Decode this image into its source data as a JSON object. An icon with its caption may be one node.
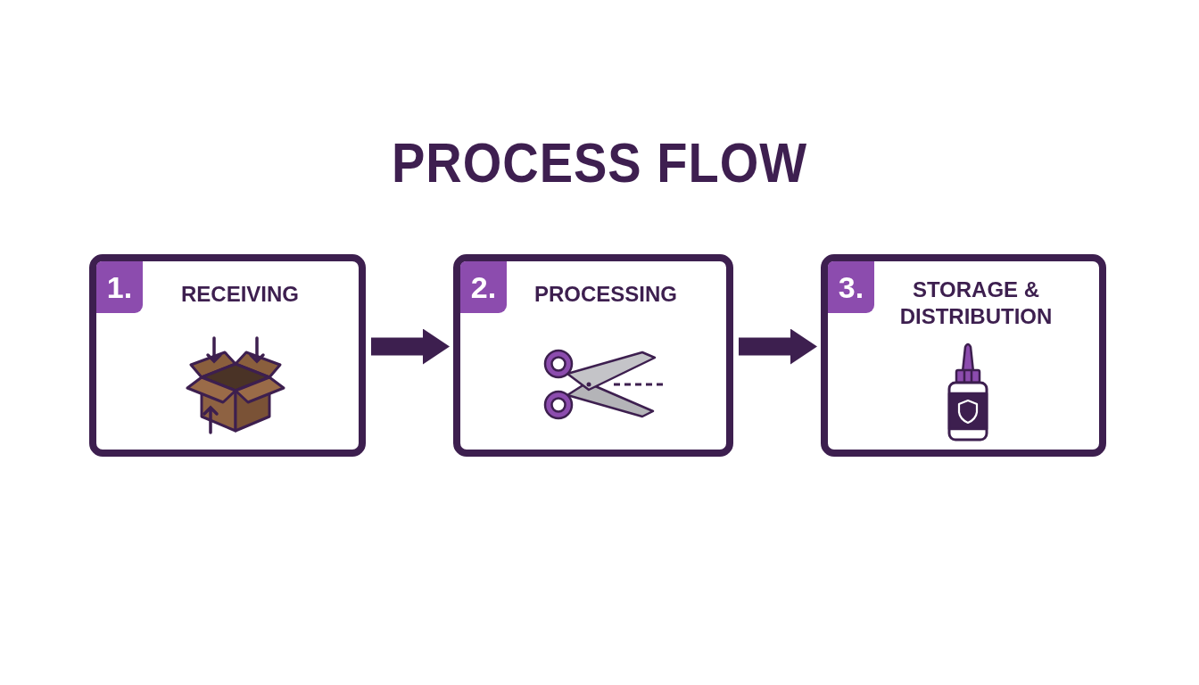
{
  "diagram": {
    "title": "PROCESS FLOW",
    "nodes": [
      {
        "text": [
          "1.",
          "RECEIVING"
        ]
      },
      {
        "text": [
          "2.",
          "PROCESSING"
        ]
      },
      {
        "text": [
          "3.",
          "STORAGE & DISTRIBUTION"
        ]
      }
    ],
    "edges": [
      {
        "from": 0,
        "to": 1,
        "arrow": "to"
      },
      {
        "from": 1,
        "to": 2,
        "arrow": "to"
      }
    ]
  }
}
